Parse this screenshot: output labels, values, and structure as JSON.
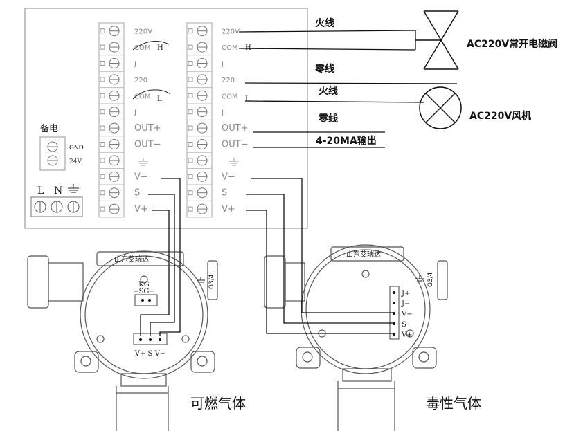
{
  "panel": {
    "inner_labels": [
      "220V",
      "COM",
      "J",
      "220",
      "COM",
      "J",
      "OUT+",
      "OUT−",
      "",
      "V−",
      "S",
      "V+"
    ],
    "outer_labels": [
      "220V",
      "COM",
      "J",
      "220",
      "COM",
      "J",
      "OUT+",
      "OUT−",
      "",
      "V−",
      "S",
      "V+"
    ],
    "wire_h": "H",
    "wire_l": "L",
    "backup": {
      "title": "备电",
      "gnd": "GND",
      "v24": "24V"
    },
    "power": {
      "l": "L",
      "n": "N"
    }
  },
  "outputs": {
    "fire1": "火线",
    "zero1": "零线",
    "fire2": "火线",
    "zero2": "零线",
    "valve": "AC220V常开电磁阀",
    "fan": "AC220V风机",
    "ma": "4-20MA输出"
  },
  "detectors": {
    "combustible": {
      "brand": "山东艾瑞达",
      "kg": "KG",
      "sg": "+SG−",
      "pins": "V+ S V−",
      "caption": "可燃气体",
      "thread": "G3/4"
    },
    "toxic": {
      "brand": "山东艾瑞达",
      "pins": [
        "J+",
        "J−",
        "V−",
        "S",
        "V+"
      ],
      "caption": "毒性气体",
      "thread": "G3/4"
    }
  }
}
